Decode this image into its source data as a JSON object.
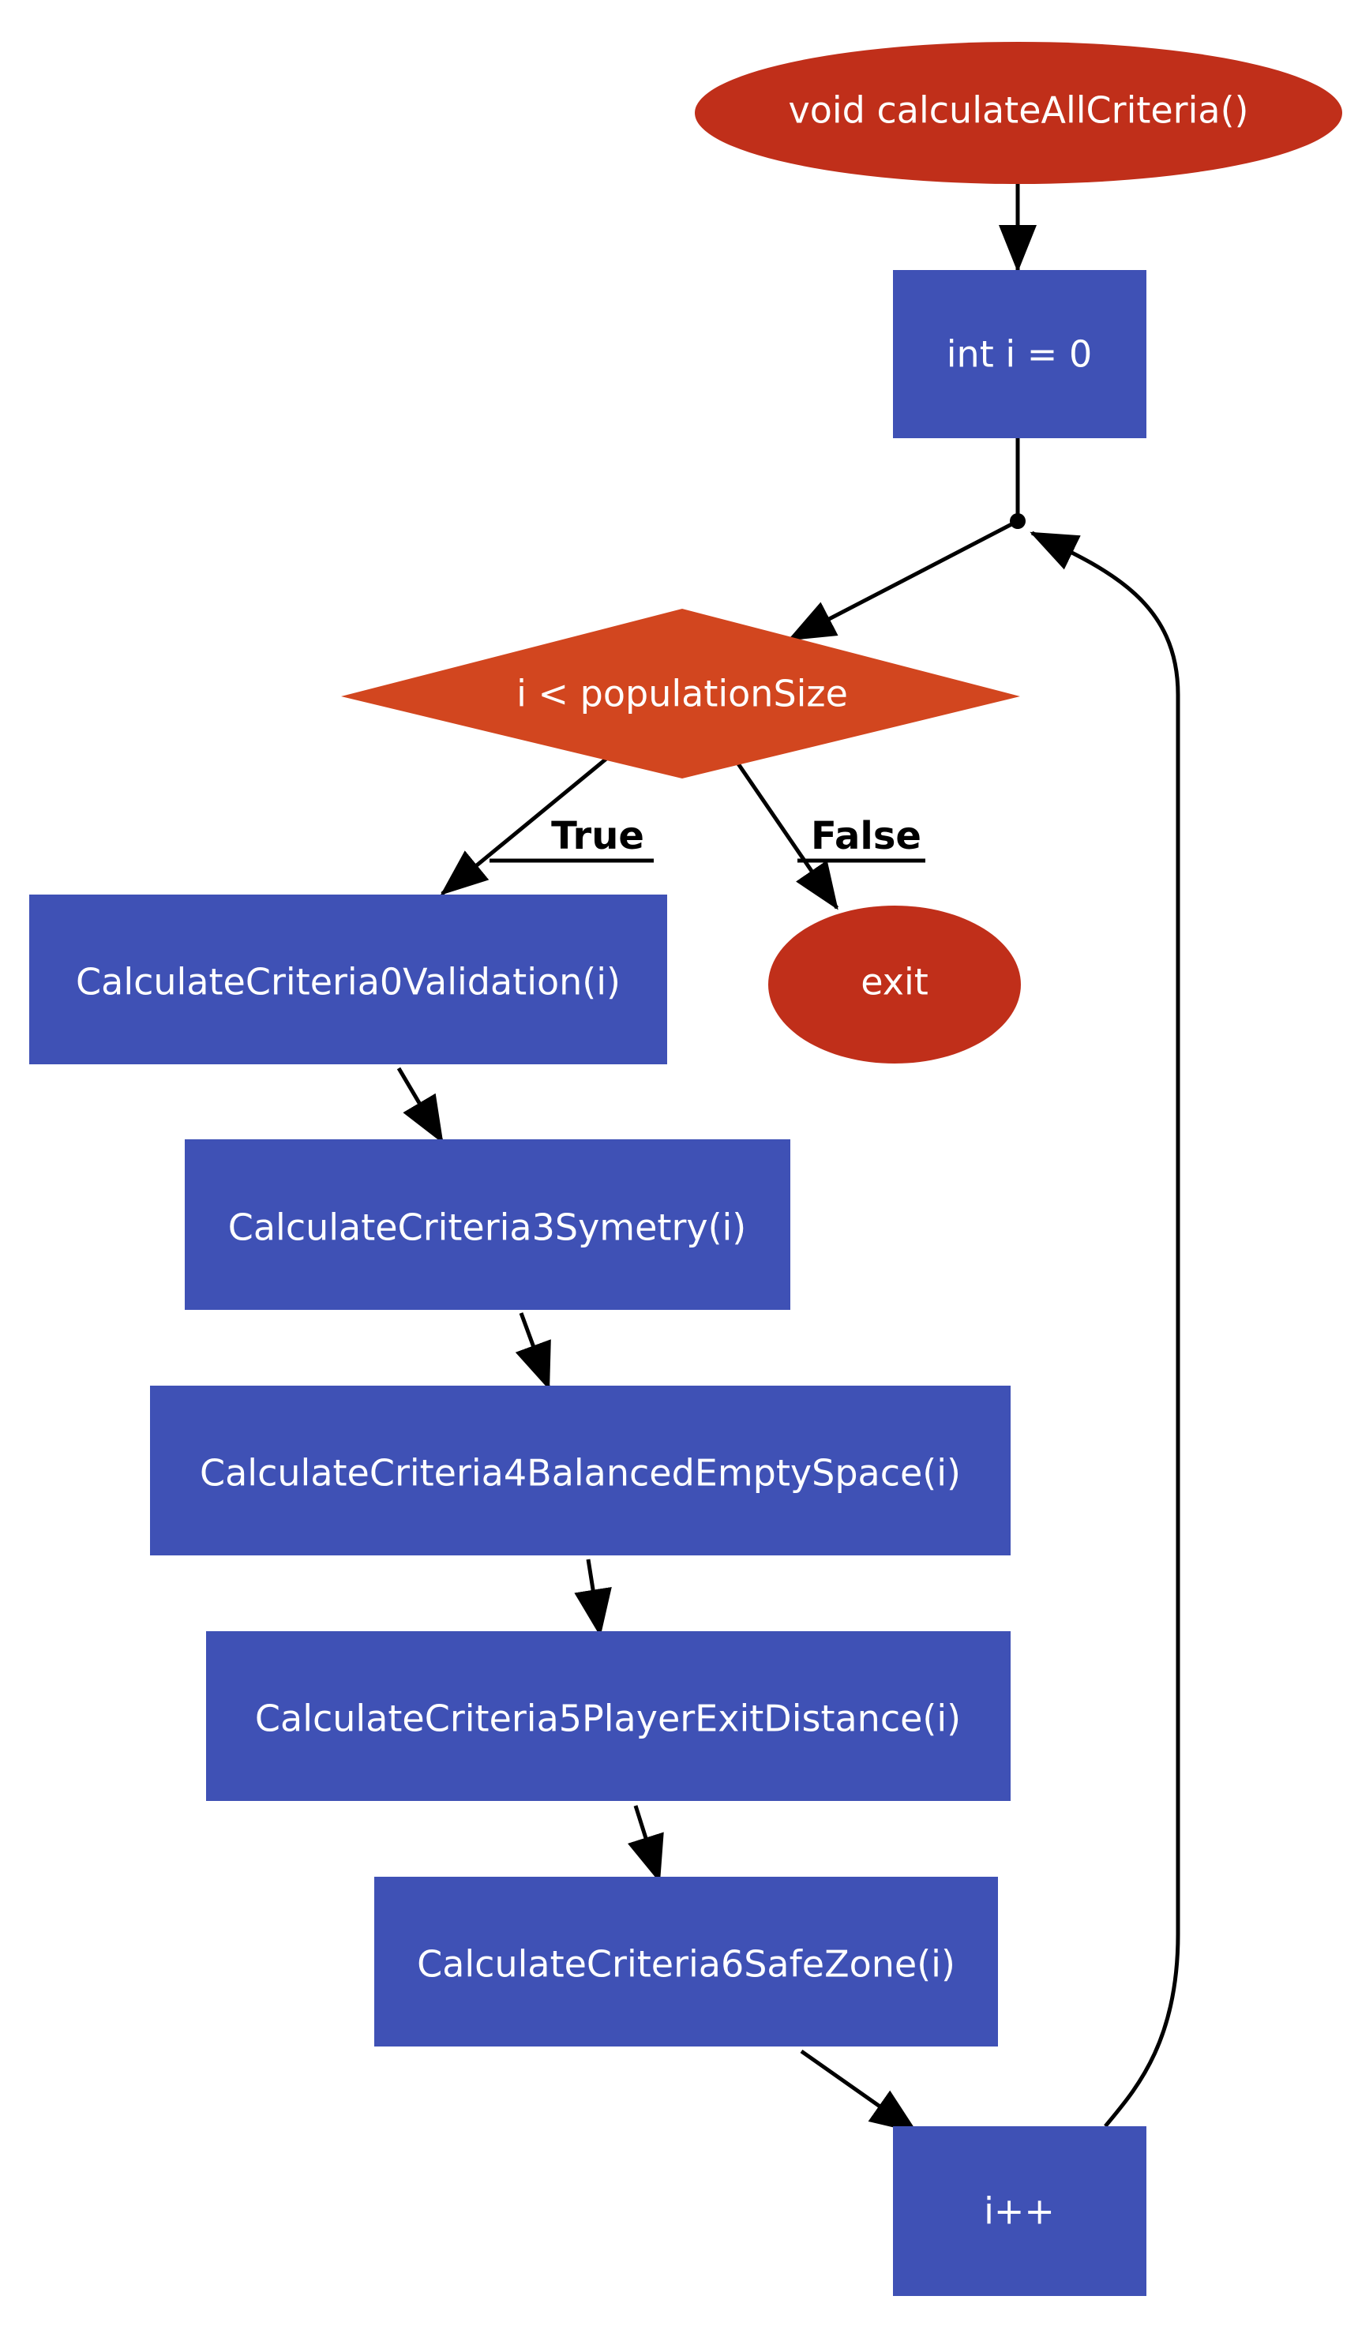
{
  "colors": {
    "terminal": "#c02f1a",
    "decision": "#d2461f",
    "process": "#3f51b5",
    "edge": "#000000",
    "label_text": "#ffffff"
  },
  "nodes": {
    "start": "void calculateAllCriteria()",
    "init": "int i = 0",
    "condition": "i < populationSize",
    "criteria0": "CalculateCriteria0Validation(i)",
    "criteria3": "CalculateCriteria3Symetry(i)",
    "criteria4": "CalculateCriteria4BalancedEmptySpace(i)",
    "criteria5": "CalculateCriteria5PlayerExitDistance(i)",
    "criteria6": "CalculateCriteria6SafeZone(i)",
    "increment": "i++",
    "exit": "exit"
  },
  "edges": {
    "true_label": "True",
    "false_label": "False"
  }
}
